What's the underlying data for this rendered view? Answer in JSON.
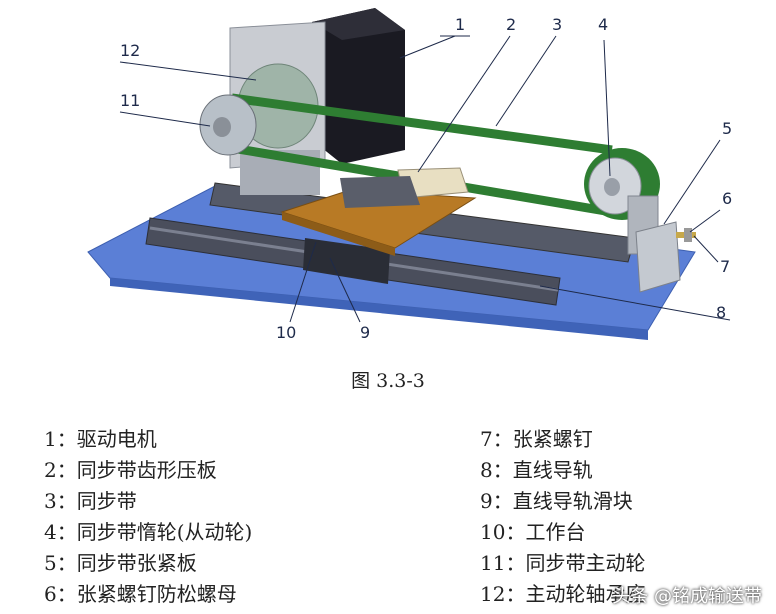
{
  "caption": "图 3.3-3",
  "callouts": [
    {
      "id": "1",
      "label": "1"
    },
    {
      "id": "2",
      "label": "2"
    },
    {
      "id": "3",
      "label": "3"
    },
    {
      "id": "4",
      "label": "4"
    },
    {
      "id": "5",
      "label": "5"
    },
    {
      "id": "6",
      "label": "6"
    },
    {
      "id": "7",
      "label": "7"
    },
    {
      "id": "8",
      "label": "8"
    },
    {
      "id": "9",
      "label": "9"
    },
    {
      "id": "10",
      "label": "10"
    },
    {
      "id": "11",
      "label": "11"
    },
    {
      "id": "12",
      "label": "12"
    }
  ],
  "legend": {
    "left": [
      {
        "num": "1：",
        "text": "驱动电机"
      },
      {
        "num": "2：",
        "text": "同步带齿形压板"
      },
      {
        "num": "3：",
        "text": "同步带"
      },
      {
        "num": "4：",
        "text": "同步带惰轮(从动轮)"
      },
      {
        "num": "5：",
        "text": "同步带张紧板"
      },
      {
        "num": "6：",
        "text": "张紧螺钉防松螺母"
      }
    ],
    "right": [
      {
        "num": "7：",
        "text": "张紧螺钉"
      },
      {
        "num": "8：",
        "text": "直线导轨"
      },
      {
        "num": "9：",
        "text": "直线导轨滑块"
      },
      {
        "num": "10：",
        "text": "工作台"
      },
      {
        "num": "11：",
        "text": "同步带主动轮"
      },
      {
        "num": "12：",
        "text": "主动轮轴承座"
      }
    ]
  },
  "watermark": "头条 @铭成输送带",
  "colors": {
    "base_plate": "#5b7fd6",
    "rail": "#4a4e5c",
    "belt": "#2e7d32",
    "worktable": "#b87a25",
    "motor": "#1a1a22",
    "bearing_block": "#c9ccd2",
    "pulley": "#b8c0c8",
    "tension_plate": "#c4c9d0"
  }
}
